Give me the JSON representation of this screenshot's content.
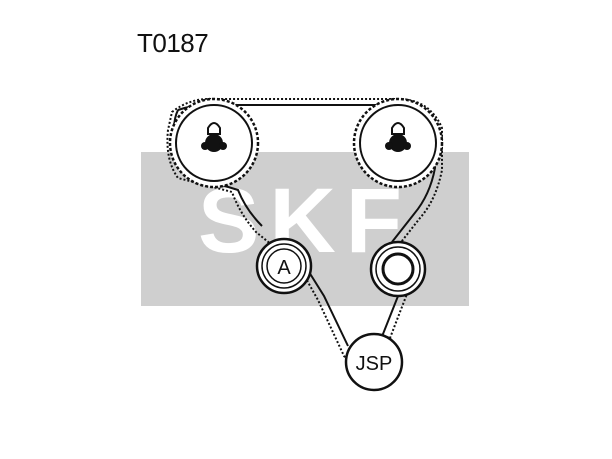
{
  "part_number": "T0187",
  "watermark_text": "SKF",
  "pulleys": {
    "tensioner_label": "A",
    "pump_label": "JSP"
  },
  "colors": {
    "line": "#111111",
    "watermark": "#cfcfcf",
    "background": "#ffffff"
  }
}
